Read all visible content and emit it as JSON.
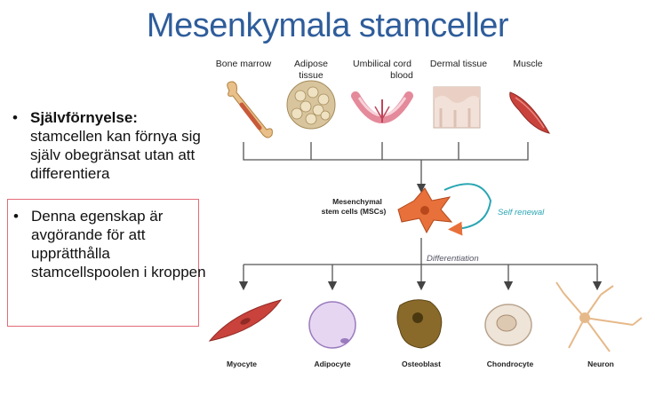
{
  "title": "Mesenkymala stamceller",
  "bullets": [
    {
      "bold": "Självförnyelse:",
      "text": "stamcellen kan förnya sig själv obegränsat utan att differentiera"
    },
    {
      "text": "Denna egenskap är avgörande för att upprätthålla stamcellspoolen i kroppen"
    }
  ],
  "sources": [
    {
      "line1": "Bone marrow",
      "line2": ""
    },
    {
      "line1": "Adipose",
      "line2": "tissue"
    },
    {
      "line1": "Umbilical cord",
      "line2": "blood"
    },
    {
      "line1": "Dermal tissue",
      "line2": ""
    },
    {
      "line1": "Muscle",
      "line2": ""
    }
  ],
  "msc": {
    "line1": "Mesenchymal",
    "line2": "stem cells (MSCs)"
  },
  "self_renewal": "Self renewal",
  "differentiation": "Differentiation",
  "products": [
    "Myocyte",
    "Adipocyte",
    "Osteoblast",
    "Chondrocyte",
    "Neuron"
  ],
  "colors": {
    "title": "#2f5d9b",
    "accent_teal": "#2aa6b3",
    "box_border": "#e36b77",
    "msc": "#e8703a"
  }
}
